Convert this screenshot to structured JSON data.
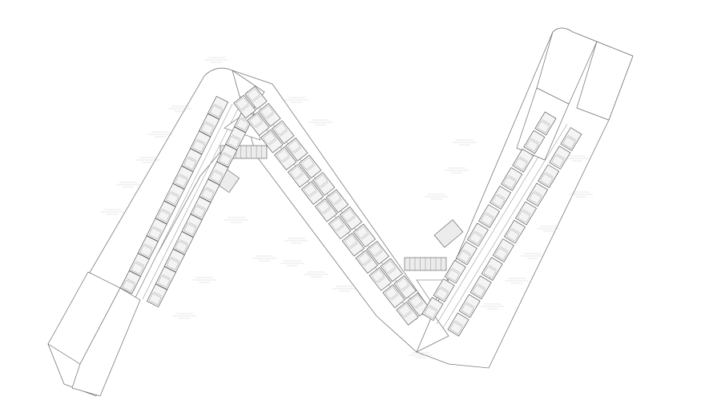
{
  "drawing": {
    "type": "architectural floor plan",
    "unit_callouts": []
  },
  "colors": {
    "background": "#ffffff",
    "linework": "#5d5d5d",
    "unit_fill": "#f4f4f4",
    "annotation": "#9a9a9a"
  },
  "icons": [
    "stair-core",
    "courtyard-triangle",
    "parking-bay"
  ]
}
